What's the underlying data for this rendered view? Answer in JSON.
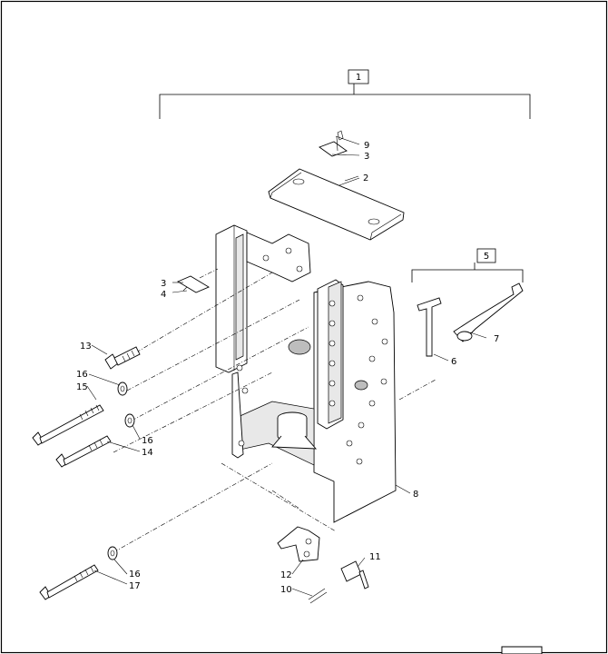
{
  "diagram": {
    "callouts": {
      "c1": "1",
      "c2": "2",
      "c3a": "3",
      "c3b": "3",
      "c4": "4",
      "c5": "5",
      "c6": "6",
      "c7": "7",
      "c8": "8",
      "c9": "9",
      "c10": "10",
      "c11": "11",
      "c12": "12",
      "c13": "13",
      "c14": "14",
      "c15": "15",
      "c16a": "16",
      "c16b": "16",
      "c16c": "16",
      "c17": "17"
    }
  }
}
